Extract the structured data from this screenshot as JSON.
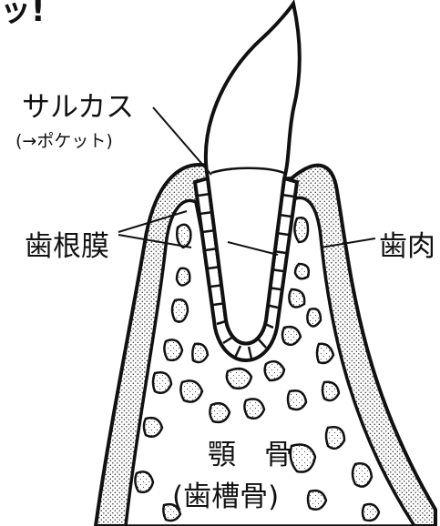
{
  "header": {
    "top_fragment": "ッ!"
  },
  "labels": {
    "sulcus": "サルカス",
    "pocket_note": "(→ポケット)",
    "periodontal_ligament": "歯根膜",
    "gingiva": "歯肉",
    "jaw_bone": "顎　骨",
    "alveolar_bone": "(歯槽骨)"
  },
  "colors": {
    "line": "#111111",
    "background": "#ffffff"
  }
}
